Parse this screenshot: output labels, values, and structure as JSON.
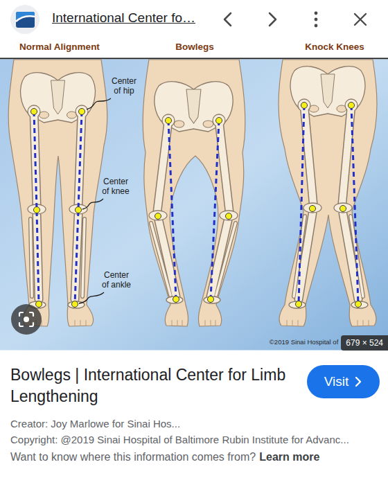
{
  "diagram": {
    "title": "Bowlegs | International Center for Limb Lengthening",
    "nodes": [
      {
        "text": [
          "Visit"
        ]
      },
      {
        "text": [
          "679 × 524"
        ]
      }
    ],
    "labels": [
      "International Center fo…",
      "Normal Alignment",
      "Bowlegs",
      "Knock Knees",
      "Center of hip",
      "Center of knee",
      "Center of ankle",
      "©2019 Sinai Hospital of",
      "Creator: Joy Marlowe for Sinai Hos...",
      "Copyright: @2019 Sinai Hospital of Baltimore Rubin Institute for Advanc...",
      "Want to know where this information comes from?",
      "Learn more"
    ]
  }
}
